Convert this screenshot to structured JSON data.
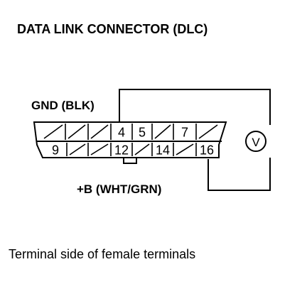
{
  "title": "DATA LINK CONNECTOR (DLC)",
  "gnd_label": "GND (BLK)",
  "b_plus_label": "+B (WHT/GRN)",
  "caption": "Terminal side of female terminals",
  "top_row": [
    "",
    "",
    "",
    "4",
    "5",
    "",
    "7",
    ""
  ],
  "bottom_row": [
    "9",
    "",
    "",
    "12",
    "",
    "14",
    "",
    "16"
  ],
  "meter_icon": "voltmeter-icon"
}
